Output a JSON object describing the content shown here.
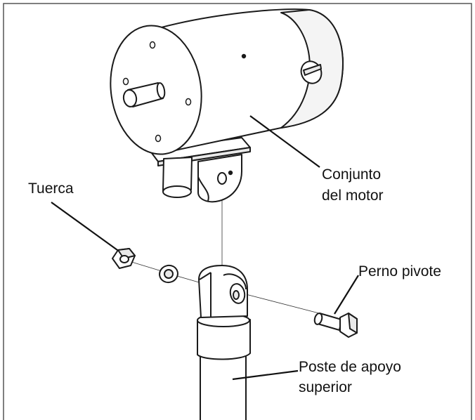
{
  "labels": {
    "tuerca": "Tuerca",
    "motor_line1": "Conjunto",
    "motor_line2": "del motor",
    "perno": "Perno pivote",
    "poste_line1": "Poste de apoyo",
    "poste_line2": "superior"
  },
  "colors": {
    "stroke": "#1a1a1a",
    "fill": "#ffffff",
    "shade": "#e9e9e9",
    "frame": "#555555"
  }
}
